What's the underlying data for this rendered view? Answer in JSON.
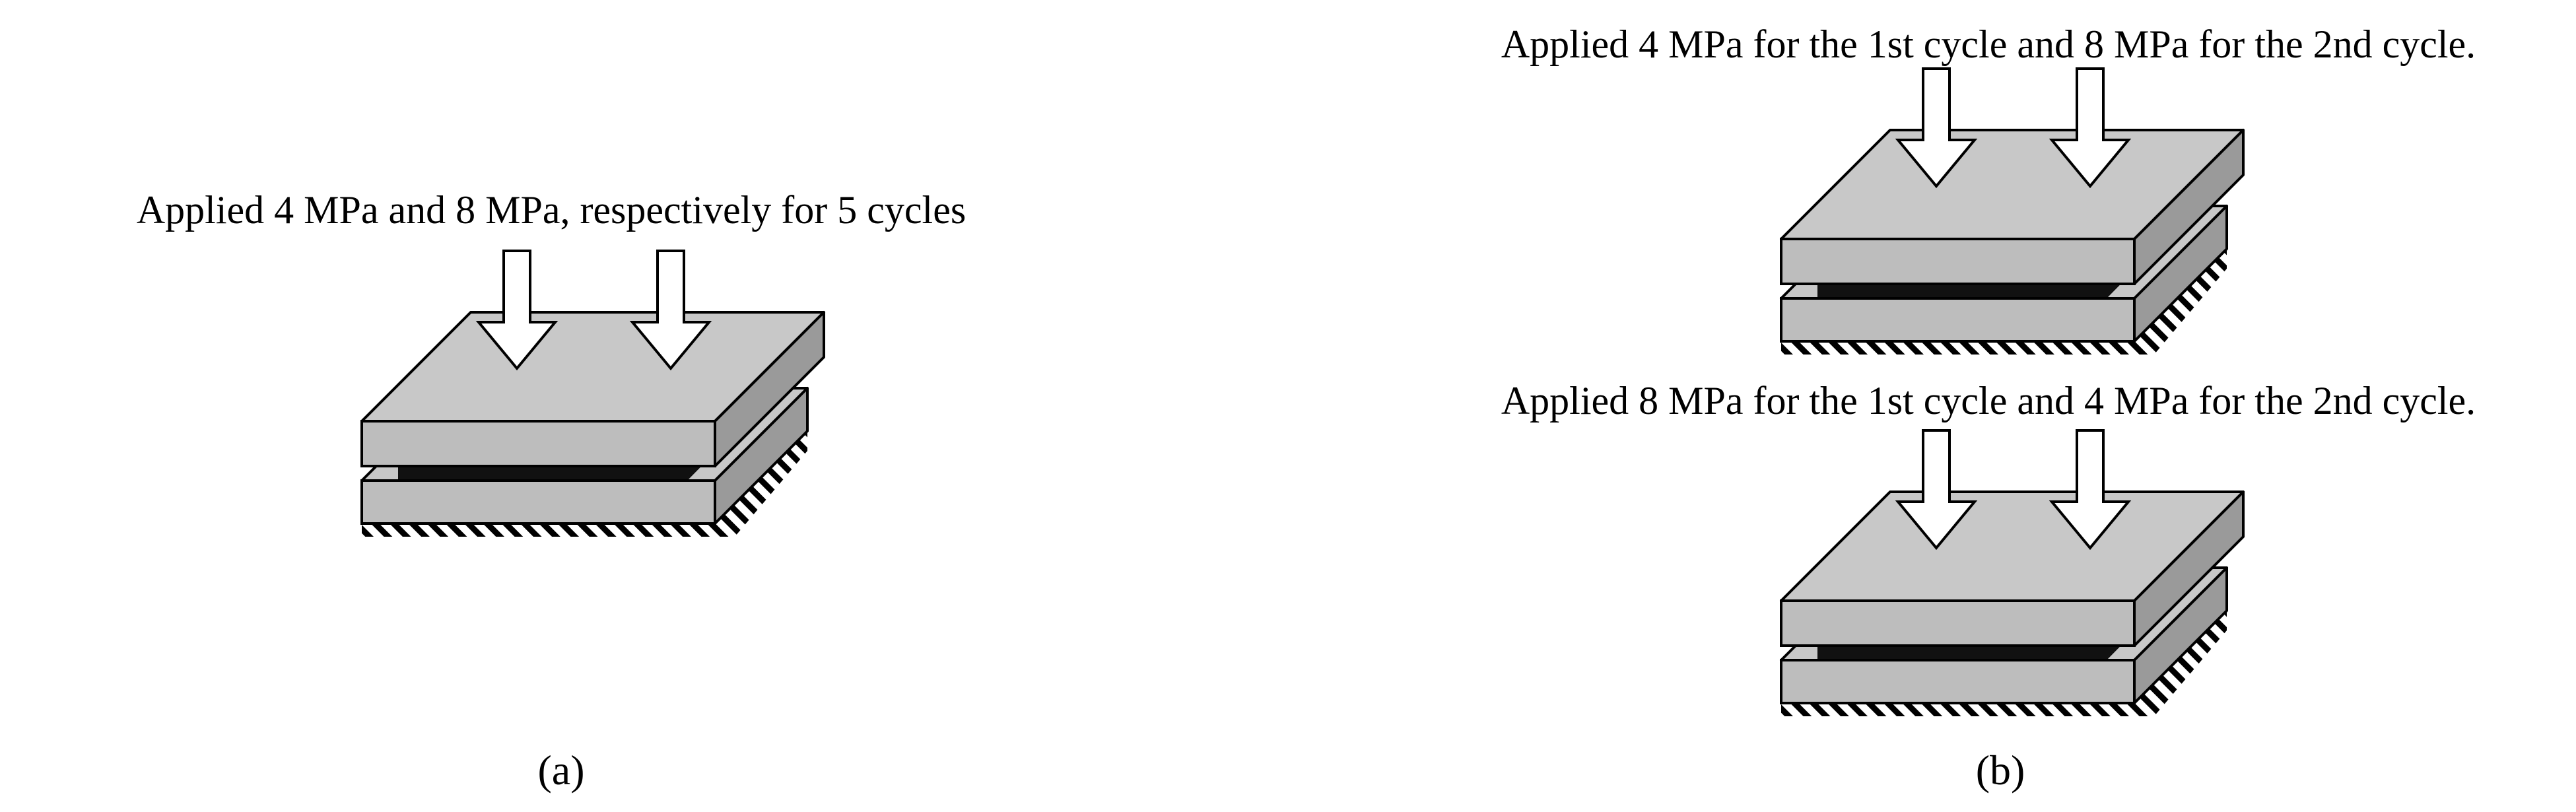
{
  "panel_a": {
    "caption": "Applied 4 MPa and 8 MPa, respectively for 5 cycles",
    "label": "(a)"
  },
  "panel_b": {
    "top_caption": "Applied 4 MPa for the 1st cycle and 8 MPa for the 2nd cycle.",
    "bottom_caption": "Applied 8 MPa for the 1st cycle and 4 MPa for the 2nd cycle.",
    "label": "(b)"
  },
  "colors": {
    "plate_top": "#c8c8c8",
    "plate_front": "#bdbdbd",
    "plate_side": "#9a9a9a",
    "specimen_layer": "#111111",
    "outline": "#000000",
    "arrow_fill": "#ffffff"
  }
}
